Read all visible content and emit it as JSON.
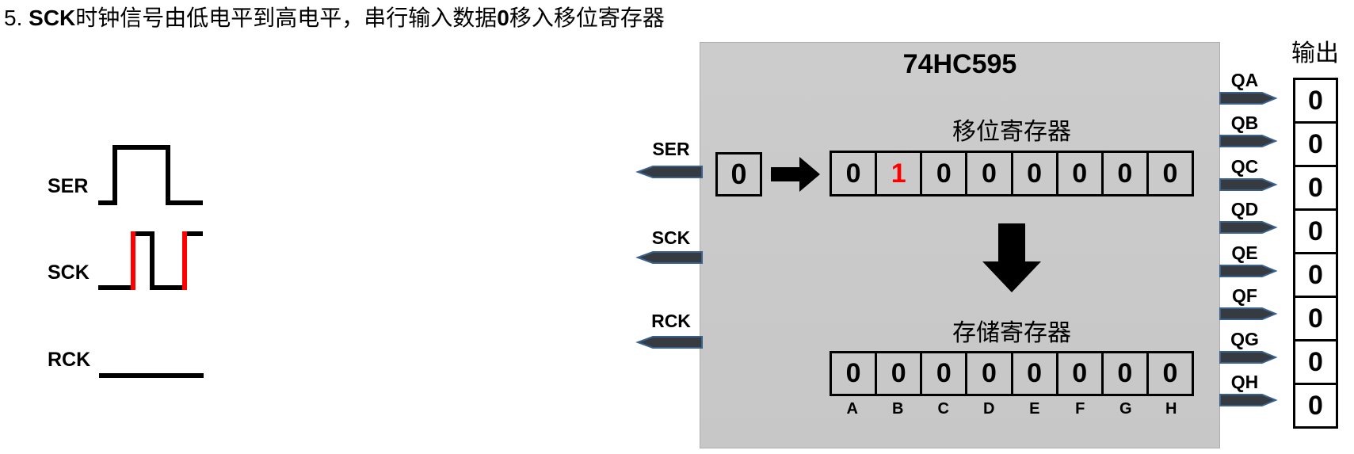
{
  "page_title": {
    "num": "5. ",
    "kw1": "SCK",
    "mid": "时钟信号由低电平到高电平，串行输入数据",
    "kw2": "0",
    "tail": "移入移位寄存器"
  },
  "waveform_labels": [
    "SER",
    "SCK",
    "RCK"
  ],
  "chip": {
    "title": "74HC595",
    "inputs": [
      "SER",
      "SCK",
      "RCK"
    ],
    "serial_input_value": "0",
    "shift_register": {
      "label": "移位寄存器",
      "cells": [
        "0",
        "1",
        "0",
        "0",
        "0",
        "0",
        "0",
        "0"
      ],
      "highlight_index": 1,
      "highlight_color": "#ff0000"
    },
    "storage_register": {
      "label": "存储寄存器",
      "cells": [
        "0",
        "0",
        "0",
        "0",
        "0",
        "0",
        "0",
        "0"
      ],
      "bit_names": [
        "A",
        "B",
        "C",
        "D",
        "E",
        "F",
        "G",
        "H"
      ]
    },
    "output_pins": [
      "QA",
      "QB",
      "QC",
      "QD",
      "QE",
      "QF",
      "QG",
      "QH"
    ]
  },
  "output_panel": {
    "title": "输出",
    "values": [
      "0",
      "0",
      "0",
      "0",
      "0",
      "0",
      "0",
      "0"
    ]
  },
  "colors": {
    "chip_bg": "#c7c7c7",
    "chip_bg_top": "#cccccc",
    "pin_fill": "#363b41",
    "pin_stroke": "#3a618c",
    "highlight": "#ff0000"
  }
}
